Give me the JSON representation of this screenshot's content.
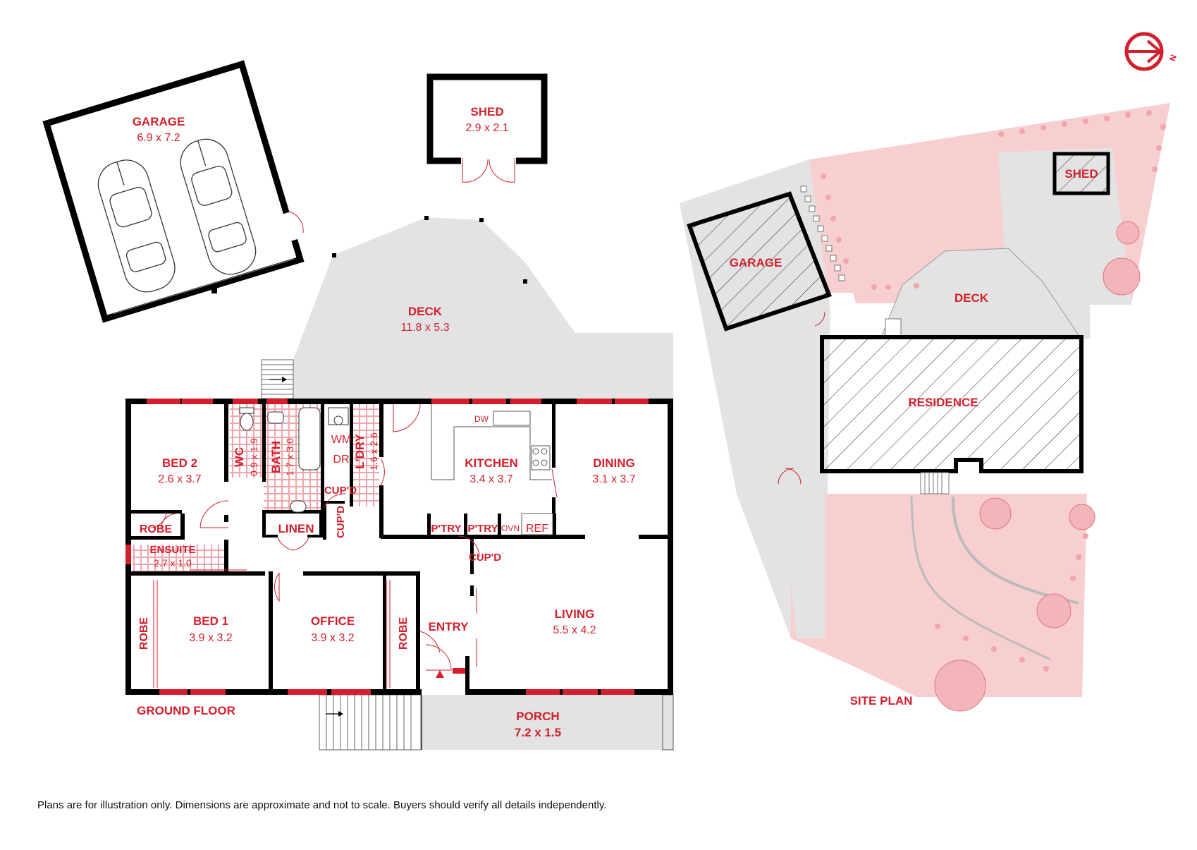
{
  "colors": {
    "accent": "#d21f2b",
    "wall": "#000000",
    "deck_fill": "#e3e3e3",
    "garden_fill": "#f7cfd1",
    "grid_tile": "#f2a6ab"
  },
  "floor_plan": {
    "title": "GROUND FLOOR",
    "rooms": {
      "garage": {
        "name": "GARAGE",
        "dims": "6.9 x 7.2"
      },
      "shed": {
        "name": "SHED",
        "dims": "2.9 x 2.1"
      },
      "deck": {
        "name": "DECK",
        "dims": "11.8 x 5.3"
      },
      "bed2": {
        "name": "BED 2",
        "dims": "2.6 x 3.7"
      },
      "wc": {
        "name": "WC",
        "dims": "0.9 x 1.9"
      },
      "bath": {
        "name": "BATH",
        "dims": "1.7 x 3.0"
      },
      "laundry": {
        "name": "L'DRY",
        "dims": "1.6 x 2.6"
      },
      "kitchen": {
        "name": "KITCHEN",
        "dims": "3.4 x 3.7"
      },
      "dining": {
        "name": "DINING",
        "dims": "3.1 x 3.7"
      },
      "ensuite": {
        "name": "ENSUITE",
        "dims": "2.7 x 1.0"
      },
      "bed1": {
        "name": "BED 1",
        "dims": "3.9 x 3.2"
      },
      "office": {
        "name": "OFFICE",
        "dims": "3.9 x 3.2"
      },
      "living": {
        "name": "LIVING",
        "dims": "5.5 x 4.2"
      },
      "porch": {
        "name": "PORCH",
        "dims": "7.2 x 1.5"
      }
    },
    "labels": {
      "robe": "ROBE",
      "linen": "LINEN",
      "cupd": "CUP'D",
      "pantry": "P'TRY",
      "entry": "ENTRY",
      "wm": "WM",
      "dr": "DR",
      "dw": "DW",
      "ovn": "OVN",
      "ref": "REF"
    }
  },
  "site_plan": {
    "title": "SITE PLAN",
    "labels": {
      "garage": "GARAGE",
      "shed": "SHED",
      "deck": "DECK",
      "residence": "RESIDENCE"
    }
  },
  "compass": {
    "label": "N",
    "icon": "north-arrow-icon"
  },
  "disclaimer": "Plans are for illustration only. Dimensions are approximate and not to scale. Buyers should verify all details independently."
}
